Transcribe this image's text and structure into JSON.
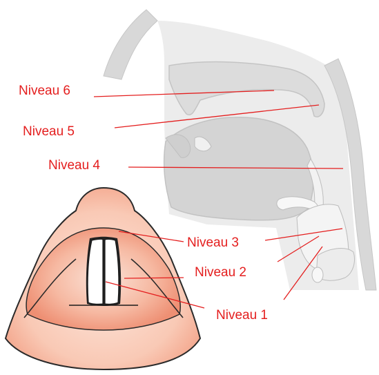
{
  "labels": {
    "level6": "Niveau 6",
    "level5": "Niveau 5",
    "level4": "Niveau 4",
    "level3": "Niveau 3",
    "level2": "Niveau 2",
    "level1": "Niveau 1"
  },
  "colors": {
    "label_red": "#e41e1e",
    "sagittal_fill": "#e6e6e6",
    "sagittal_stroke": "#c8c8c8",
    "larynx_skin": "#f5b49b",
    "larynx_inner": "#f08a70",
    "vocal_cord": "#ffffff"
  }
}
